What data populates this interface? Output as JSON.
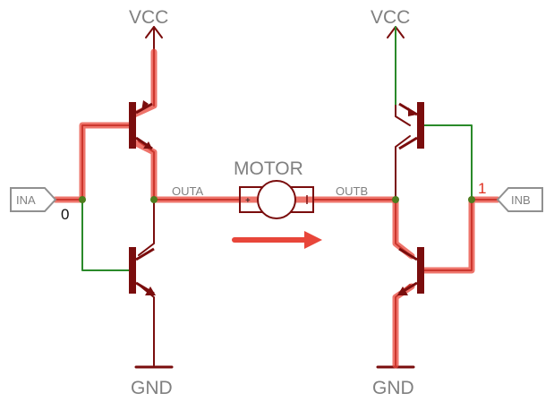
{
  "labels": {
    "vcc_left": "VCC",
    "vcc_right": "VCC",
    "gnd_left": "GND",
    "gnd_right": "GND",
    "motor": "MOTOR",
    "out_a": "OUTA",
    "out_b": "OUTB",
    "in_a": "INA",
    "in_b": "INB",
    "in_a_state": "0",
    "in_b_state": "1"
  },
  "colors": {
    "wire_dark": "#7a0d0d",
    "wire_green": "#2a8a2a",
    "current_highlight": "#e8463a",
    "node": "#4e7d1e",
    "label_gray": "#808080",
    "state_high": "#e03020"
  }
}
